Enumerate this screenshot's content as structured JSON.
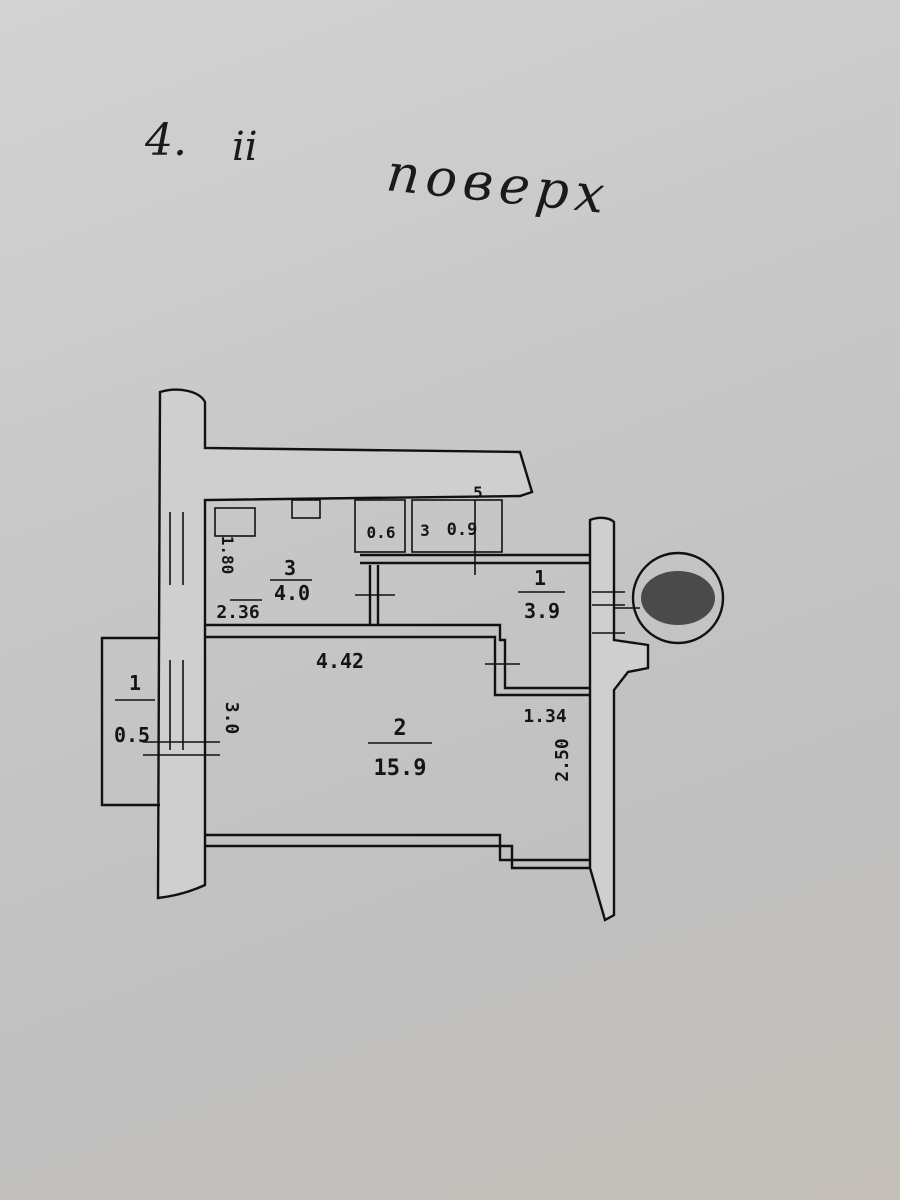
{
  "heading": {
    "number": "4.",
    "suffix": "ii",
    "word": "поверх"
  },
  "rooms": [
    {
      "id": "1",
      "area": "3.9"
    },
    {
      "id": "2",
      "area": "15.9"
    },
    {
      "id": "3",
      "area": "4.0"
    },
    {
      "id": "1",
      "area": "0.5"
    },
    {
      "id": "5",
      "area": "0.9"
    }
  ],
  "fixtures": {
    "wc_area": "0.6",
    "wc_label": "3"
  },
  "dimensions": {
    "hall_width": "4.42",
    "kitchen_width": "2.36",
    "kitchen_depth": "1.80",
    "main_depth": "3.0",
    "corridor_width": "1.34",
    "corridor_depth": "2.50"
  },
  "colors": {
    "ink": "#111111",
    "redaction": "#4a4a4a"
  }
}
